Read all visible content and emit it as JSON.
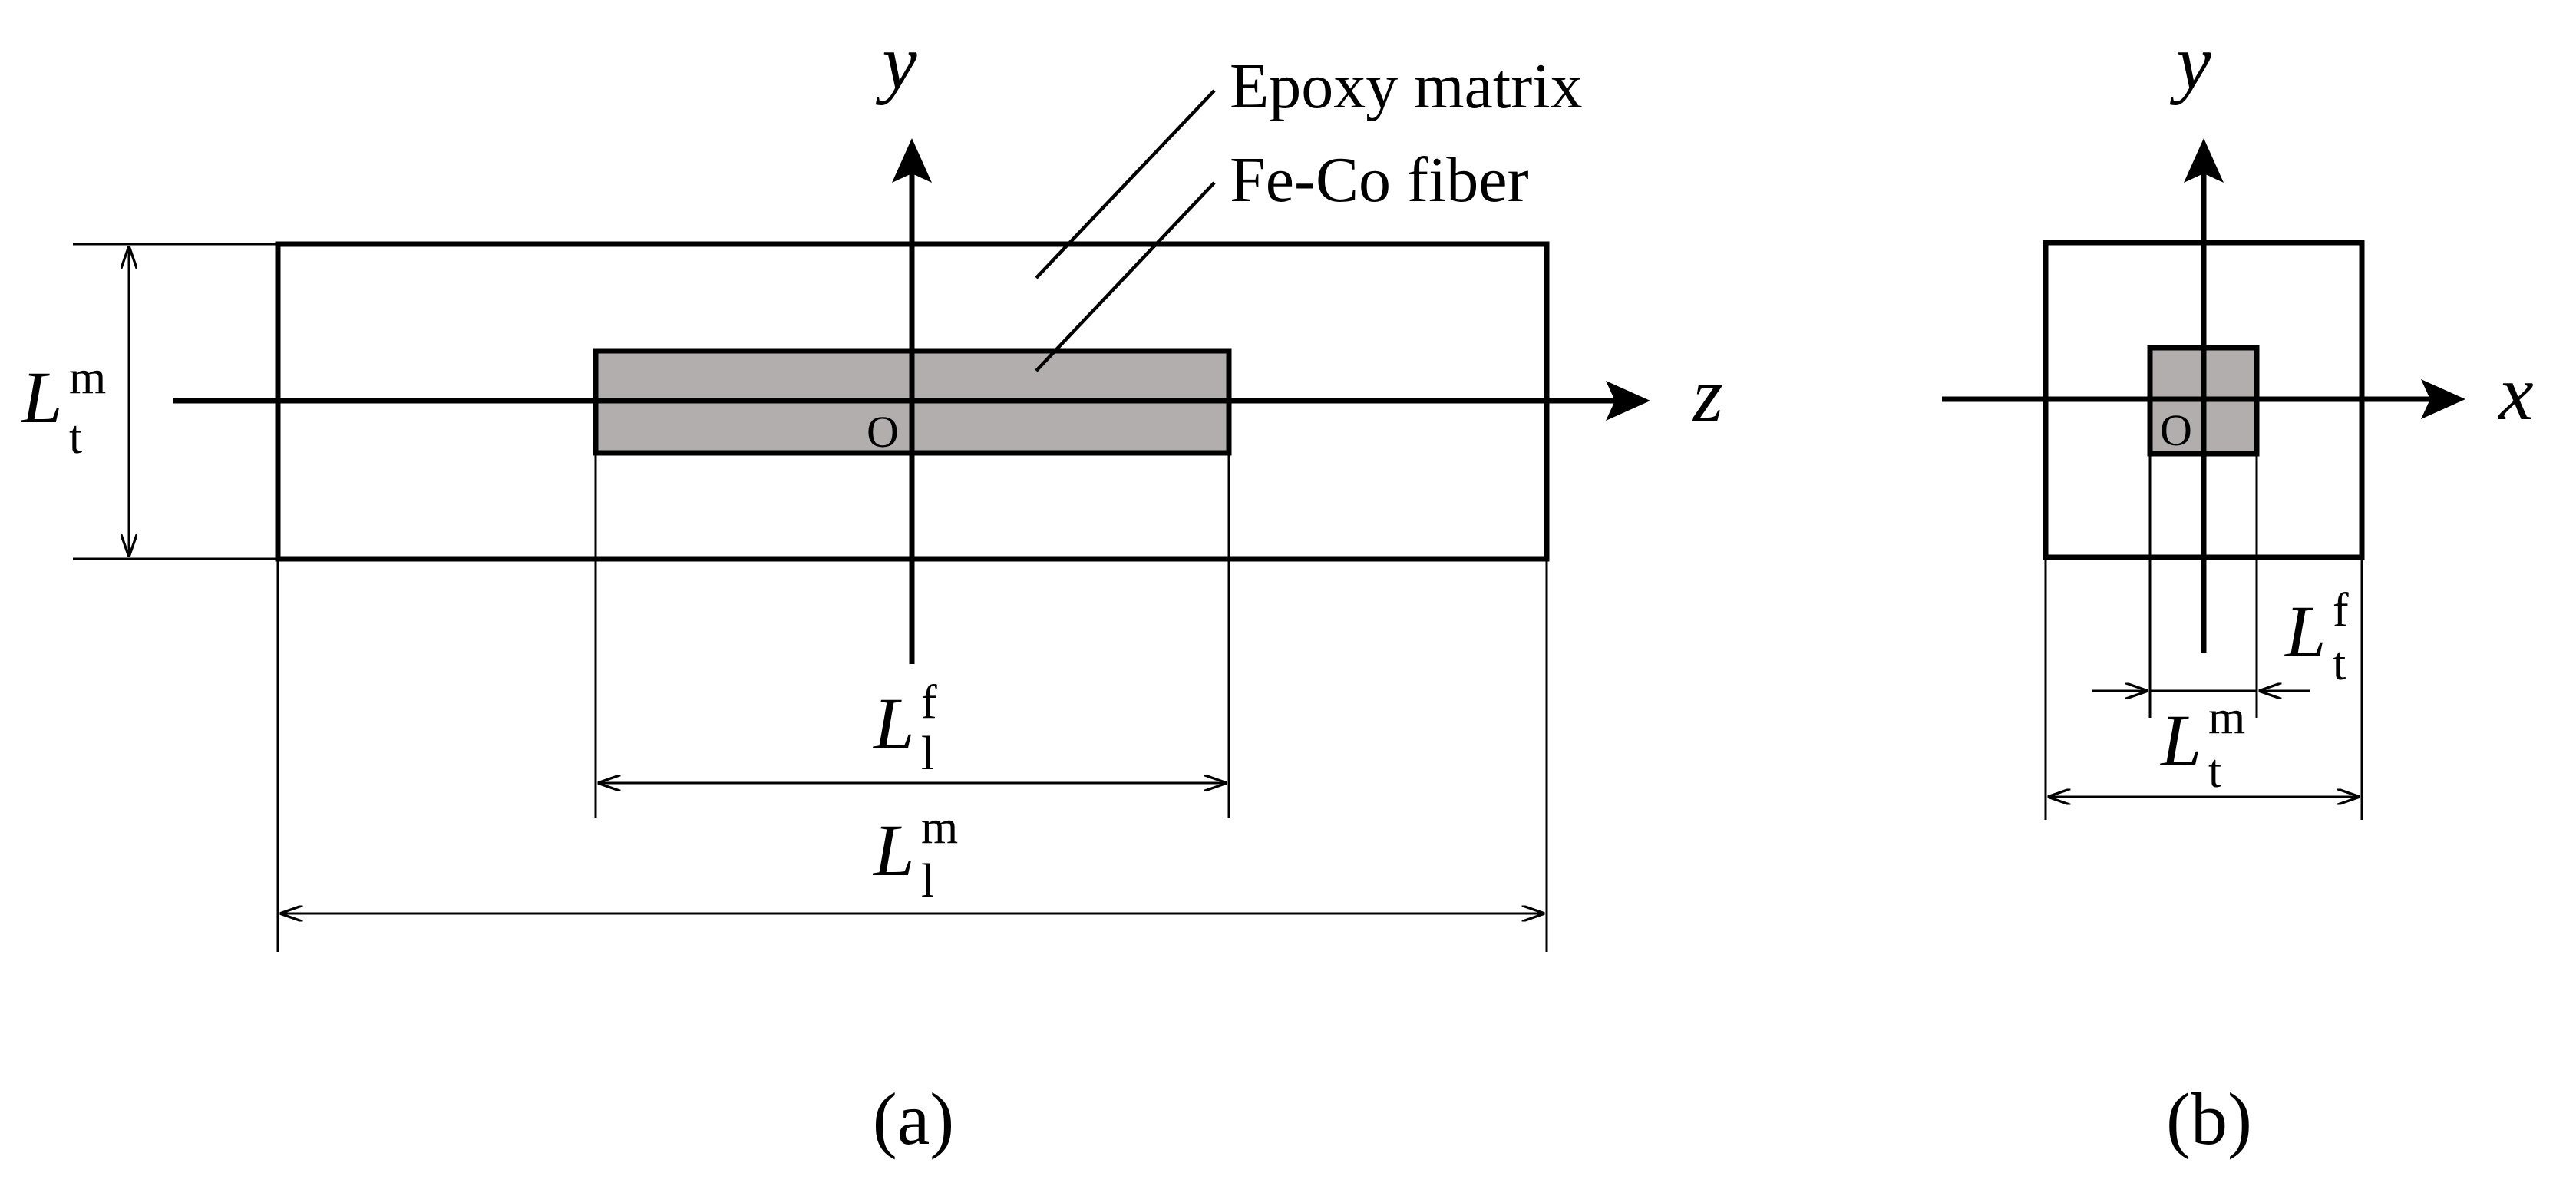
{
  "colors": {
    "fiber_fill": "#b3aeae",
    "line": "#000000",
    "background": "#ffffff"
  },
  "panel_a": {
    "axis_y": "y",
    "axis_z": "z",
    "origin": "O",
    "label_matrix": "Epoxy matrix",
    "label_fiber": "Fe-Co fiber",
    "dim_matrix_thickness": {
      "symbol": "L",
      "sup": "m",
      "sub": "t"
    },
    "dim_fiber_length": {
      "symbol": "L",
      "sup": "f",
      "sub": "l"
    },
    "dim_matrix_length": {
      "symbol": "L",
      "sup": "m",
      "sub": "l"
    },
    "caption": "(a)"
  },
  "panel_b": {
    "axis_y": "y",
    "axis_x": "x",
    "origin": "O",
    "dim_fiber_thickness": {
      "symbol": "L",
      "sup": "f",
      "sub": "t"
    },
    "dim_matrix_thickness": {
      "symbol": "L",
      "sup": "m",
      "sub": "t"
    },
    "caption": "(b)"
  }
}
